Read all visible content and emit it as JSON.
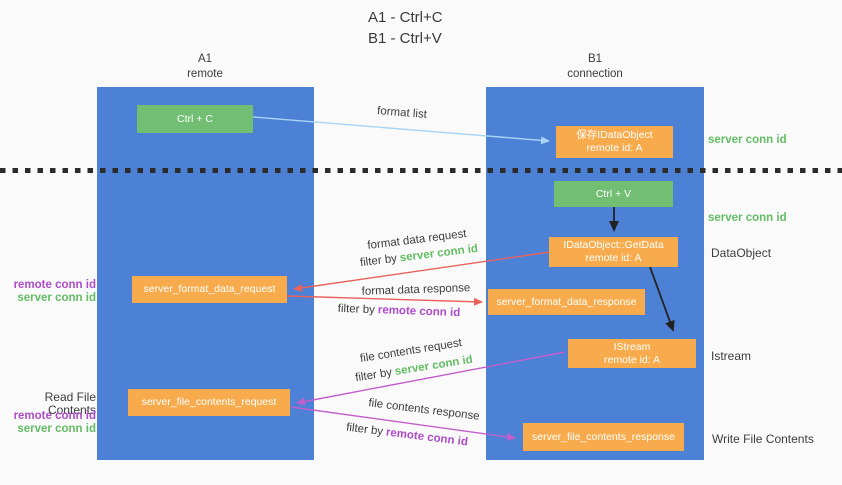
{
  "title": {
    "line1": "A1 - Ctrl+C",
    "line2": "B1 - Ctrl+V"
  },
  "lanes": {
    "a1": {
      "name": "A1",
      "role": "remote"
    },
    "b1": {
      "name": "B1",
      "role": "connection"
    }
  },
  "nodes": {
    "ctrl_c": {
      "label": "Ctrl + C"
    },
    "ctrl_v": {
      "label": "Ctrl + V"
    },
    "save_dataobject": {
      "line1": "保存IDataObject",
      "line2": "remote id: A"
    },
    "getdata": {
      "line1": "IDataObject::GetData",
      "line2": "remote id: A"
    },
    "istream": {
      "line1": "IStream",
      "line2": "remote id: A"
    },
    "format_request": {
      "label": "server_format_data_request"
    },
    "format_response": {
      "label": "server_format_data_response"
    },
    "file_request": {
      "label": "server_file_contents_request"
    },
    "file_response": {
      "label": "server_file_contents_response"
    }
  },
  "edge_labels": {
    "format_list": "format list",
    "format_data_request": "format data request",
    "format_data_response": "format data response",
    "file_contents_request": "file contents request",
    "file_contents_response": "file contents response",
    "filter_by": "filter by",
    "server_conn_id": "server conn id",
    "remote_conn_id": "remote conn id"
  },
  "side_labels": {
    "server_conn_id_top": "server conn id",
    "server_conn_id_mid": "server conn id",
    "dataobject": "DataObject",
    "istream": "Istream",
    "read_file_contents": "Read File Contents",
    "write_file_contents": "Write File Contents",
    "remote_conn_id": "remote conn id",
    "server_conn_id": "server conn id"
  },
  "colors": {
    "lane_blue": "#4c81d6",
    "box_green": "#72bf74",
    "box_orange": "#f7ab4c",
    "text_green": "#63bd64",
    "text_purple": "#ae4cc9",
    "arrow_red": "#e9625c",
    "arrow_magenta": "#c35ecb",
    "arrow_lightblue": "#a9d5f5",
    "arrow_black": "#222222",
    "background": "#fafafa"
  }
}
